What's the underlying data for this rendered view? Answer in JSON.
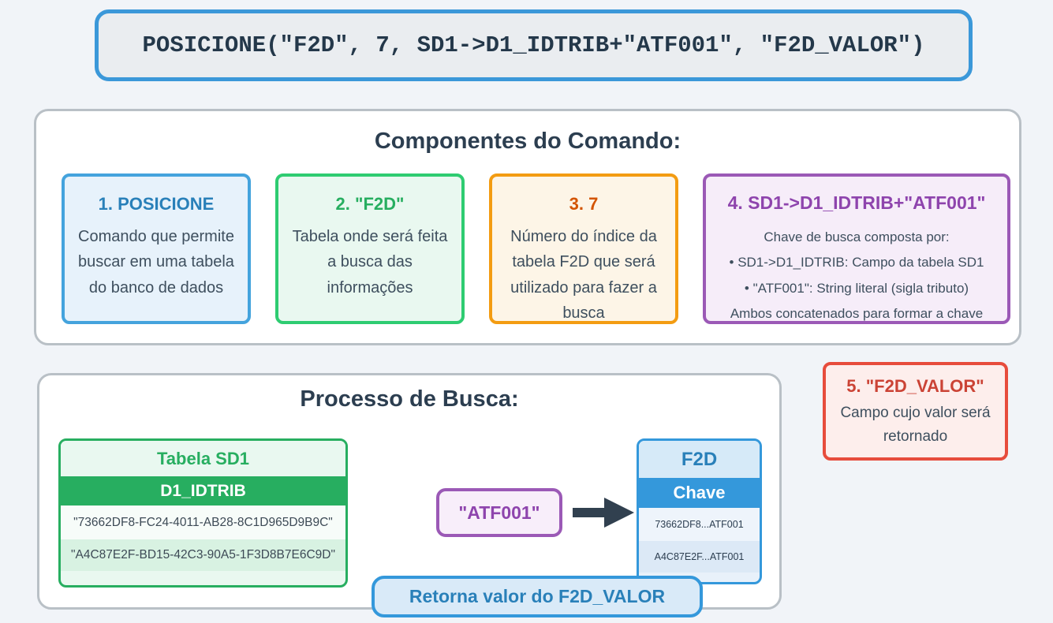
{
  "page_background": "#f1f4f8",
  "command_box": {
    "code": "POSICIONE(\"F2D\", 7, SD1->D1_IDTRIB+\"ATF001\", \"F2D_VALOR\")",
    "border_color": "#3b98d9"
  },
  "components_section": {
    "title": "Componentes do Comando:",
    "cards": [
      {
        "title": "1. POSICIONE",
        "body": "Comando que permite buscar em uma tabela do banco de dados",
        "accent_color": "#2980b9",
        "border_color": "#3498db",
        "background": "#e7f2fb"
      },
      {
        "title": "2. \"F2D\"",
        "body": "Tabela onde será feita a busca das informações",
        "accent_color": "#27ae60",
        "border_color": "#2ecc71",
        "background": "#e9f8f0"
      },
      {
        "title": "3. 7",
        "body": "Número do índice da tabela F2D que será utilizado para fazer a busca",
        "accent_color": "#d35400",
        "border_color": "#f39c12",
        "background": "#fdf5e7"
      },
      {
        "title": "4. SD1->D1_IDTRIB+\"ATF001\"",
        "lines": [
          "Chave de busca composta por:",
          "• SD1->D1_IDTRIB: Campo da tabela SD1",
          "• \"ATF001\": String literal (sigla tributo)",
          "Ambos concatenados para formar a chave"
        ],
        "accent_color": "#8e44ad",
        "border_color": "#9b59b6",
        "background": "#f6edf9"
      }
    ]
  },
  "process_section": {
    "title": "Processo de Busca:",
    "sd1_table": {
      "title": "Tabela SD1",
      "column_header": "D1_IDTRIB",
      "rows": [
        "\"73662DF8-FC24-4011-AB28-8C1D965D9B9C\"",
        "\"A4C87E2F-BD15-42C3-90A5-1F3D8B7E6C9D\""
      ],
      "accent_color": "#27ae60"
    },
    "search_key_box": {
      "label": "\"ATF001\"",
      "accent_color": "#8e44ad"
    },
    "arrow_icon": "right-arrow",
    "f2d_table": {
      "title": "F2D",
      "column_header": "Chave",
      "rows": [
        "73662DF8...ATF001",
        "A4C87E2F...ATF001"
      ],
      "accent_color": "#3498db"
    },
    "return_badge": {
      "label": "Retorna valor do F2D_VALOR",
      "accent_color": "#2980b9"
    }
  },
  "result_card": {
    "title": "5. \"F2D_VALOR\"",
    "body": "Campo cujo valor será retornado",
    "accent_color": "#cb4335",
    "border_color": "#e74c3c",
    "background": "#fdeeec"
  }
}
